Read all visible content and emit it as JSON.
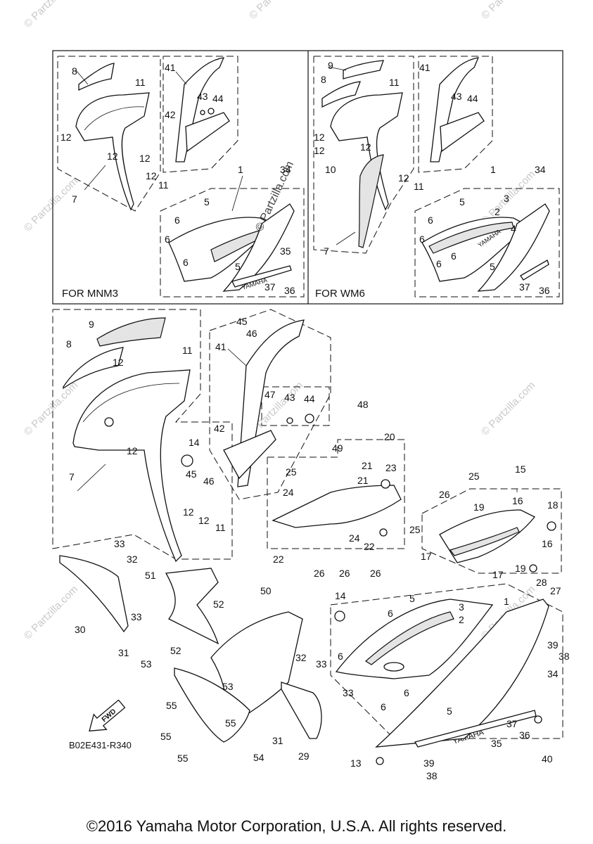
{
  "footer": {
    "copyright": "©2016 Yamaha Motor Corporation, U.S.A. All rights reserved."
  },
  "drawing_code": "B02E431-R340",
  "panels": {
    "left_label": "FOR MNM3",
    "right_label": "FOR WM6"
  },
  "fwd_label": "FWD",
  "brand_mark": "YAMAHA",
  "watermarks": {
    "brand": "© Partzilla.com",
    "center": "© Partzilla.com"
  },
  "callouts": {
    "c1": "1",
    "c2": "2",
    "c3": "3",
    "c4": "4",
    "c5": "5",
    "c6": "6",
    "c7": "7",
    "c8": "8",
    "c9": "9",
    "c10": "10",
    "c11": "11",
    "c12": "12",
    "c13": "13",
    "c14": "14",
    "c15": "15",
    "c16": "16",
    "c17": "17",
    "c18": "18",
    "c19": "19",
    "c20": "20",
    "c21": "21",
    "c22": "22",
    "c23": "23",
    "c24": "24",
    "c25": "25",
    "c26": "26",
    "c27": "27",
    "c28": "28",
    "c29": "29",
    "c30": "30",
    "c31": "31",
    "c32": "32",
    "c33": "33",
    "c34": "34",
    "c35": "35",
    "c36": "36",
    "c37": "37",
    "c38": "38",
    "c39": "39",
    "c40": "40",
    "c41": "41",
    "c42": "42",
    "c43": "43",
    "c44": "44",
    "c45": "45",
    "c46": "46",
    "c47": "47",
    "c48": "48",
    "c49": "49",
    "c50": "50",
    "c51": "51",
    "c52": "52",
    "c53": "53",
    "c54": "54",
    "c55": "55"
  }
}
